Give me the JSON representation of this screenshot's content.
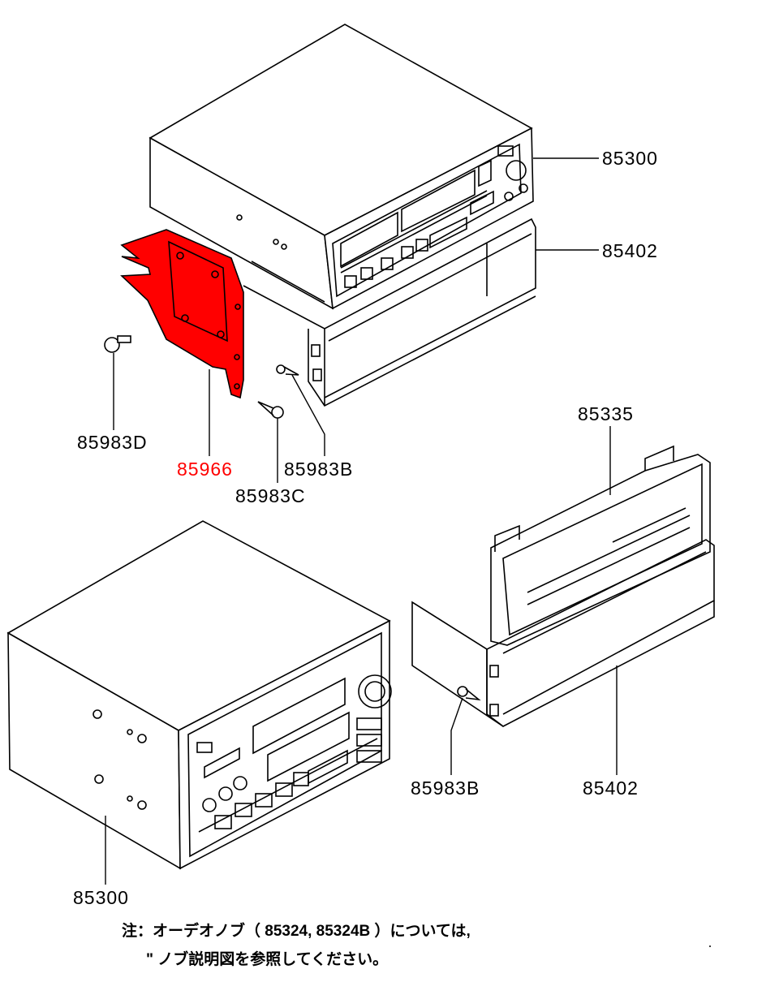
{
  "labels": {
    "top_unit": "85300",
    "top_bracket": "85402",
    "screw_d": "85983D",
    "red_bracket": "85966",
    "screw_b_top": "85983B",
    "screw_c": "85983C",
    "panel": "85335",
    "screw_b_bottom": "85983B",
    "bottom_bracket": "85402",
    "bottom_unit": "85300"
  },
  "colors": {
    "highlight": "#ff0000",
    "line": "#000000"
  },
  "note": {
    "line1": "注：オーデオノブ（ 85324, 85324B ）については,",
    "line2": "\" ノブ説明図を参照してください。"
  }
}
